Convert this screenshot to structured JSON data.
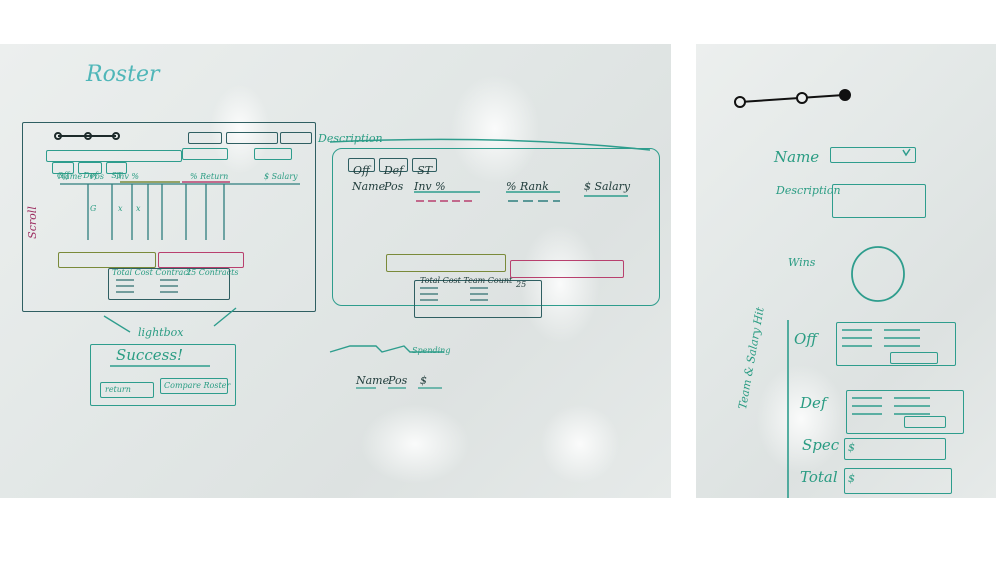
{
  "main_board": {
    "title": "Roster",
    "stepper_nodes": 3,
    "left_panel": {
      "tabs": [
        "Off",
        "Def",
        "ST"
      ],
      "columns": [
        "Name",
        "Pos",
        "Inv %",
        "% Return",
        "$ Salary"
      ],
      "row": [
        "G",
        "x",
        "x"
      ],
      "side_label": "Scroll",
      "summary_label": "Total Cost Contract",
      "summary_count": "25 Contracts"
    },
    "description_label": "Description",
    "right_panel": {
      "tabs": [
        "Off",
        "Def",
        "ST"
      ],
      "columns": [
        "Name",
        "Pos",
        "Inv %",
        "% Rank",
        "$ Salary"
      ],
      "summary_label": "Total Cost Team Count",
      "summary_count": "25"
    },
    "lightbox": {
      "label": "lightbox",
      "title": "Success!",
      "buttons": [
        "return",
        "Compare Roster"
      ]
    },
    "bottom_sketch": {
      "tab": "Spending",
      "columns": [
        "Name",
        "Pos",
        "$"
      ]
    }
  },
  "side_board": {
    "stepper_nodes": 3,
    "name_label": "Name",
    "description_label": "Description",
    "wins_label": "Wins",
    "vertical_label": "Team & Salary Hit",
    "rows": [
      "Off",
      "Def",
      "Spec",
      "Total"
    ],
    "currency": "$"
  },
  "colors": {
    "ink_green": "#2a9c83",
    "ink_teal": "#2f9a92",
    "ink_dark": "#1f3b3a",
    "ink_red": "#b8406e",
    "ink_olive": "#7a8a3a"
  }
}
